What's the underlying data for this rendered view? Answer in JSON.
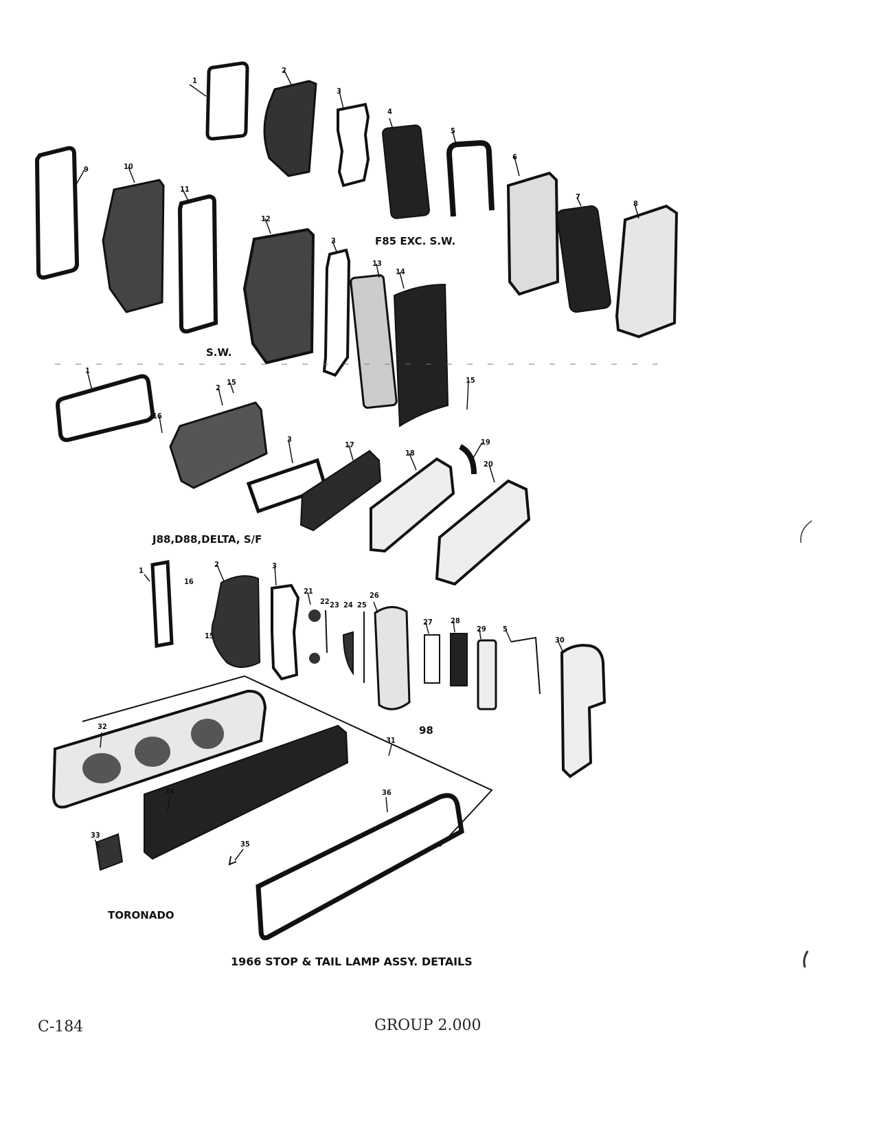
{
  "caption": "1966 STOP & TAIL LAMP ASSY. DETAILS",
  "footer": {
    "page_number": "C-184",
    "group": "GROUP 2.000"
  },
  "models": {
    "f85": "F85 EXC. S.W.",
    "sw": "S.W.",
    "j88": "J88,D88,DELTA, S/F",
    "ninety_eight": "98",
    "toronado": "TORONADO"
  },
  "callouts": {
    "c1": "1",
    "c2": "2",
    "c3": "3",
    "c4": "4",
    "c5": "5",
    "c6": "6",
    "c7": "7",
    "c8": "8",
    "c9": "9",
    "c10": "10",
    "c11": "11",
    "c12": "12",
    "c13": "13",
    "c14": "14",
    "c15": "15",
    "c16": "16",
    "c17": "17",
    "c18": "18",
    "c19": "19",
    "c20": "20",
    "c21": "21",
    "c22": "22",
    "c23": "23",
    "c24": "24",
    "c25": "25",
    "c26": "26",
    "c27": "27",
    "c28": "28",
    "c29": "29",
    "c30": "30",
    "c31": "31",
    "c32": "32",
    "c33": "33",
    "c34": "34",
    "c35": "35",
    "c36": "36"
  }
}
